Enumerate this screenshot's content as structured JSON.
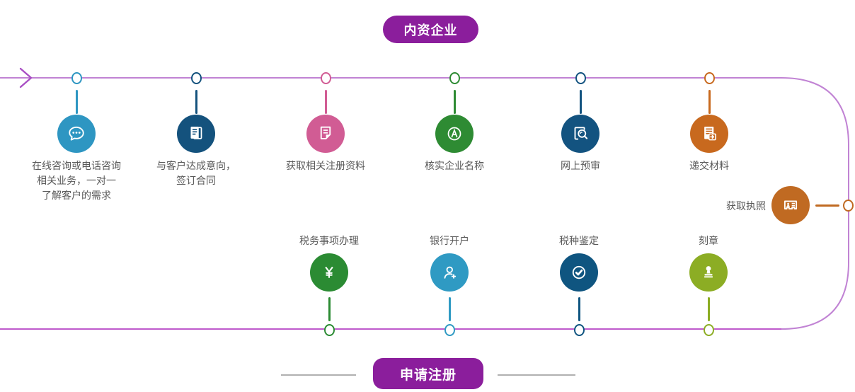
{
  "colors": {
    "badge": "#8b1e9c",
    "line_top": "#c183d4",
    "line_bottom": "#bf5acc",
    "arrow": "#a94fc4",
    "divider": "#b0b0b0",
    "label_text": "#595959"
  },
  "badge_top": {
    "label": "内资企业"
  },
  "badge_bottom": {
    "label": "申请注册"
  },
  "top_row": [
    {
      "label": "在线咨询或电话咨询\n相关业务，一对一\n了解客户的需求",
      "color": "#2e96c2",
      "icon": "chat-dots-icon"
    },
    {
      "label": "与客户达成意向，\n签订合同",
      "color": "#14527d",
      "icon": "documents-icon"
    },
    {
      "label": "获取相关注册资料",
      "color": "#d15c94",
      "icon": "document-edit-icon"
    },
    {
      "label": "核实企业名称",
      "color": "#2e8b33",
      "icon": "letter-a-icon"
    },
    {
      "label": "网上预审",
      "color": "#135380",
      "icon": "document-search-icon"
    },
    {
      "label": "递交材料",
      "color": "#c8691e",
      "icon": "document-arrow-icon"
    }
  ],
  "side_item": {
    "label": "获取执照",
    "color": "#c06a22",
    "icon": "license-card-icon"
  },
  "bottom_row": [
    {
      "label": "税务事项办理",
      "color": "#2b8b33",
      "icon": "yuan-icon"
    },
    {
      "label": "银行开户",
      "color": "#2f9ac3",
      "icon": "add-user-icon"
    },
    {
      "label": "税种鉴定",
      "color": "#0f5580",
      "icon": "check-circle-icon"
    },
    {
      "label": "刻章",
      "color": "#8cad24",
      "icon": "stamp-icon"
    }
  ]
}
